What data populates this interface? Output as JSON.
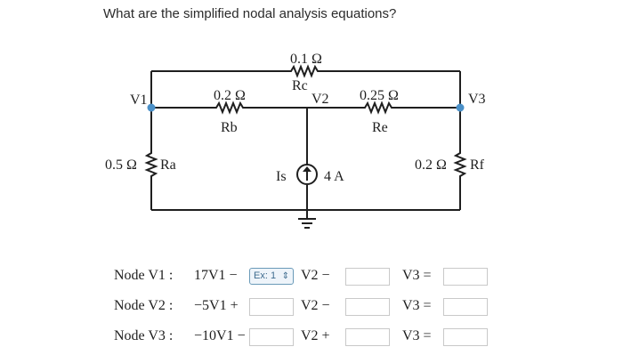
{
  "question": "What are the simplified nodal analysis equations?",
  "circuit": {
    "labels": {
      "r_c_value": "0.1 Ω",
      "r_c_name": "Rc",
      "r_b_value": "0.2 Ω",
      "r_b_name": "Rb",
      "r_e_value": "0.25 Ω",
      "r_e_name": "Re",
      "r_a_value": "0.5 Ω",
      "r_a_name": "Ra",
      "r_f_value": "0.2 Ω",
      "r_f_name": "Rf",
      "v1": "V1",
      "v2": "V2",
      "v3": "V3",
      "source_name": "Is",
      "source_value": "4 A"
    },
    "node_color": "#4a90c8"
  },
  "equations": [
    {
      "label": "Node V1 :",
      "expr": "17V1 −",
      "mid": "V2 −",
      "right": "V3 =",
      "select_value": "Ex: 1"
    },
    {
      "label": "Node V2 :",
      "expr": "−5V1 +",
      "mid": "V2 −",
      "right": "V3 ="
    },
    {
      "label": "Node V3 :",
      "expr": "−10V1 −",
      "mid": "V2 +",
      "right": "V3 ="
    }
  ]
}
